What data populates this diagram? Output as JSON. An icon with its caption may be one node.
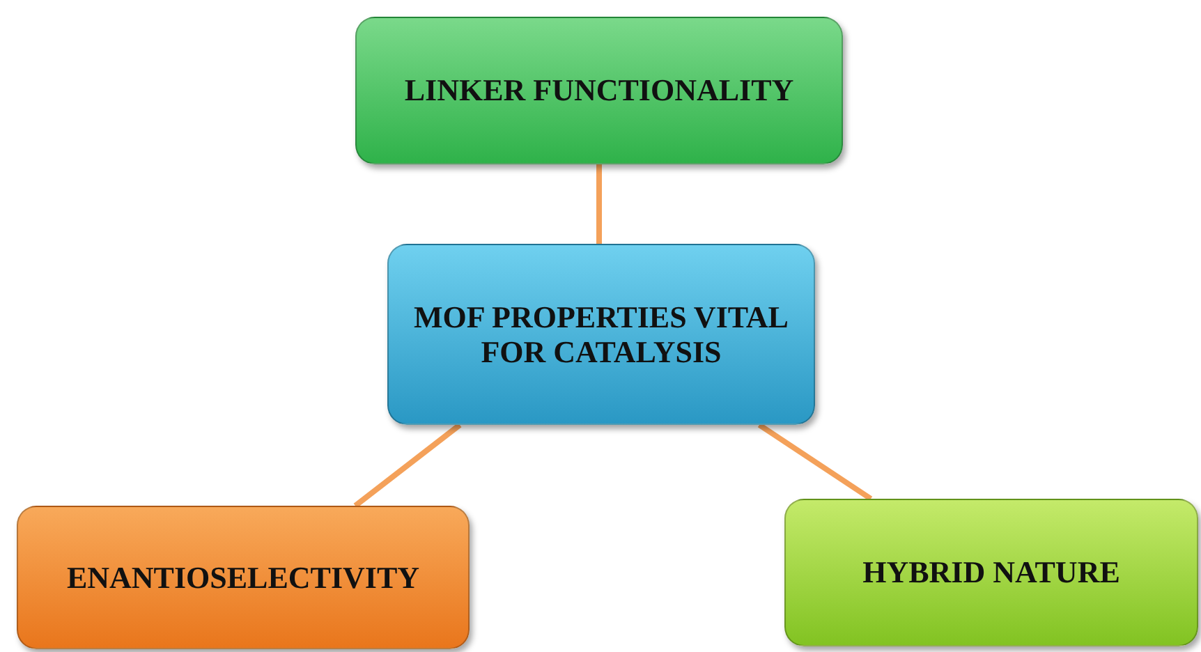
{
  "diagram": {
    "nodes": [
      {
        "text": [
          "LINKER FUNCTIONALITY"
        ]
      },
      {
        "text": [
          "MOF PROPERTIES VITAL FOR CATALYSIS"
        ]
      },
      {
        "text": [
          "ENANTIOSELECTIVITY"
        ]
      },
      {
        "text": [
          "HYBRID NATURE"
        ]
      }
    ],
    "edges": [
      {
        "from": 1,
        "to": 0,
        "arrow": "none"
      },
      {
        "from": 1,
        "to": 2,
        "arrow": "none"
      },
      {
        "from": 1,
        "to": 3,
        "arrow": "none"
      }
    ]
  }
}
